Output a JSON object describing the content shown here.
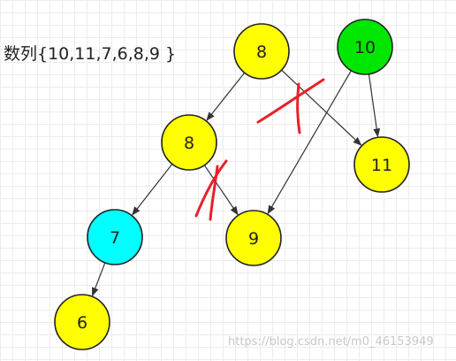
{
  "caption": "数列{10,11,7,6,8,9 }",
  "watermark": "https://blog.csdn.net/m0_46153949",
  "colors": {
    "yellow": "#ffff00",
    "green": "#00e600",
    "cyan": "#00ffff",
    "node_stroke": "#222222",
    "edge": "#333333",
    "cross": "#e8202a"
  },
  "nodes": [
    {
      "id": "n8top",
      "label": "8",
      "fill": "yellow"
    },
    {
      "id": "n10",
      "label": "10",
      "fill": "green"
    },
    {
      "id": "n8mid",
      "label": "8",
      "fill": "yellow"
    },
    {
      "id": "n11",
      "label": "11",
      "fill": "yellow"
    },
    {
      "id": "n7",
      "label": "7",
      "fill": "cyan"
    },
    {
      "id": "n9",
      "label": "9",
      "fill": "yellow"
    },
    {
      "id": "n6",
      "label": "6",
      "fill": "yellow"
    }
  ],
  "edges": [
    {
      "from": "n8top",
      "to": "n8mid"
    },
    {
      "from": "n8top",
      "to": "n11"
    },
    {
      "from": "n10",
      "to": "n11"
    },
    {
      "from": "n10",
      "to": "n9"
    },
    {
      "from": "n8mid",
      "to": "n7"
    },
    {
      "from": "n8mid",
      "to": "n9"
    },
    {
      "from": "n7",
      "to": "n6"
    }
  ],
  "crossed_edges": [
    {
      "from": "n8top",
      "to": "n11"
    },
    {
      "from": "n8mid",
      "to": "n9"
    }
  ]
}
